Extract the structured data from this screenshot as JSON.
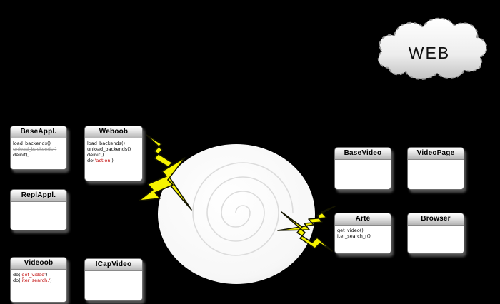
{
  "colors": {
    "background": "#000000",
    "bolt_yellow": "#f7f400",
    "red_text": "#c00000",
    "box_header_gray": "#b5b5b5"
  },
  "cloud": {
    "label": "WEB"
  },
  "boxes": {
    "base_appl": {
      "title": "BaseAppl.",
      "m1": "load_backends()",
      "m2": "unload_backends()",
      "m3": "deinit()"
    },
    "weboob": {
      "title": "Weboob",
      "m1": "load_backends()",
      "m2": "unload_backends()",
      "m3": "deinit()",
      "m4_pre": "do(",
      "m4_red": "'action'",
      "m4_suf": ")"
    },
    "repl_appl": {
      "title": "ReplAppl."
    },
    "videoob": {
      "title": "Videoob",
      "m1_pre": "do(",
      "m1_red": "'get_video'",
      "m1_suf": ")",
      "m2_pre": "do(",
      "m2_red": "'iter_search.'",
      "m2_suf": ")"
    },
    "icap_video": {
      "title": "ICapVideo"
    },
    "base_video": {
      "title": "BaseVideo"
    },
    "video_page": {
      "title": "VideoPage"
    },
    "arte": {
      "title": "Arte",
      "m1": "get_video()",
      "m2": "iter_search_r()"
    },
    "browser": {
      "title": "Browser"
    }
  }
}
